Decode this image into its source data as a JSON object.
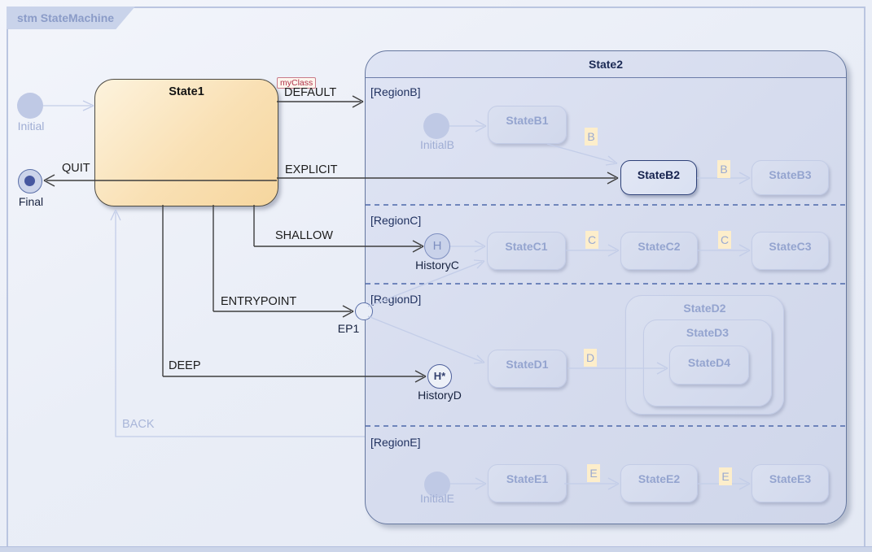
{
  "frame": {
    "title": "stm StateMachine"
  },
  "nodes": {
    "initial": "Initial",
    "final": "Final",
    "state1": "State1"
  },
  "transitions": {
    "default": {
      "stereotype": "myClass",
      "label": "DEFAULT"
    },
    "explicit": "EXPLICIT",
    "shallow": "SHALLOW",
    "entrypoint": "ENTRYPOINT",
    "deep": "DEEP",
    "quit": "QUIT",
    "back": "BACK"
  },
  "state2": {
    "title": "State2",
    "region_b": {
      "label": "[RegionB]",
      "initial": "InitialB",
      "state1": "StateB1",
      "state2": "StateB2",
      "state3": "StateB3",
      "trigger1": "B",
      "trigger2": "B",
      "highlighted_state": "StateB2"
    },
    "region_c": {
      "label": "[RegionC]",
      "history": "HistoryC",
      "history_symbol": "H",
      "state1": "StateC1",
      "state2": "StateC2",
      "state3": "StateC3",
      "trigger1": "C",
      "trigger2": "C"
    },
    "region_d": {
      "label": "[RegionD]",
      "entry_point": "EP1",
      "history": "HistoryD",
      "history_symbol": "H*",
      "state1": "StateD1",
      "state2": "StateD2",
      "state3": "StateD3",
      "state4": "StateD4",
      "trigger1": "D"
    },
    "region_e": {
      "label": "[RegionE]",
      "initial": "InitialE",
      "state1": "StateE1",
      "state2": "StateE2",
      "state3": "StateE3",
      "trigger1": "E",
      "trigger2": "E"
    }
  },
  "colors": {
    "state1_fill": "#f6d69e",
    "state2_fill": "#d6dcee",
    "highlight_border": "#2e4178",
    "faded_text": "#94a4cf",
    "region_text": "#1e2f5e",
    "trigger_bg": "#fdeecb",
    "stereotype_text": "#b03048",
    "dashed_separator": "#4d68aa",
    "transition_line": "#3e3e3e",
    "faded_line": "#c3cde8"
  }
}
